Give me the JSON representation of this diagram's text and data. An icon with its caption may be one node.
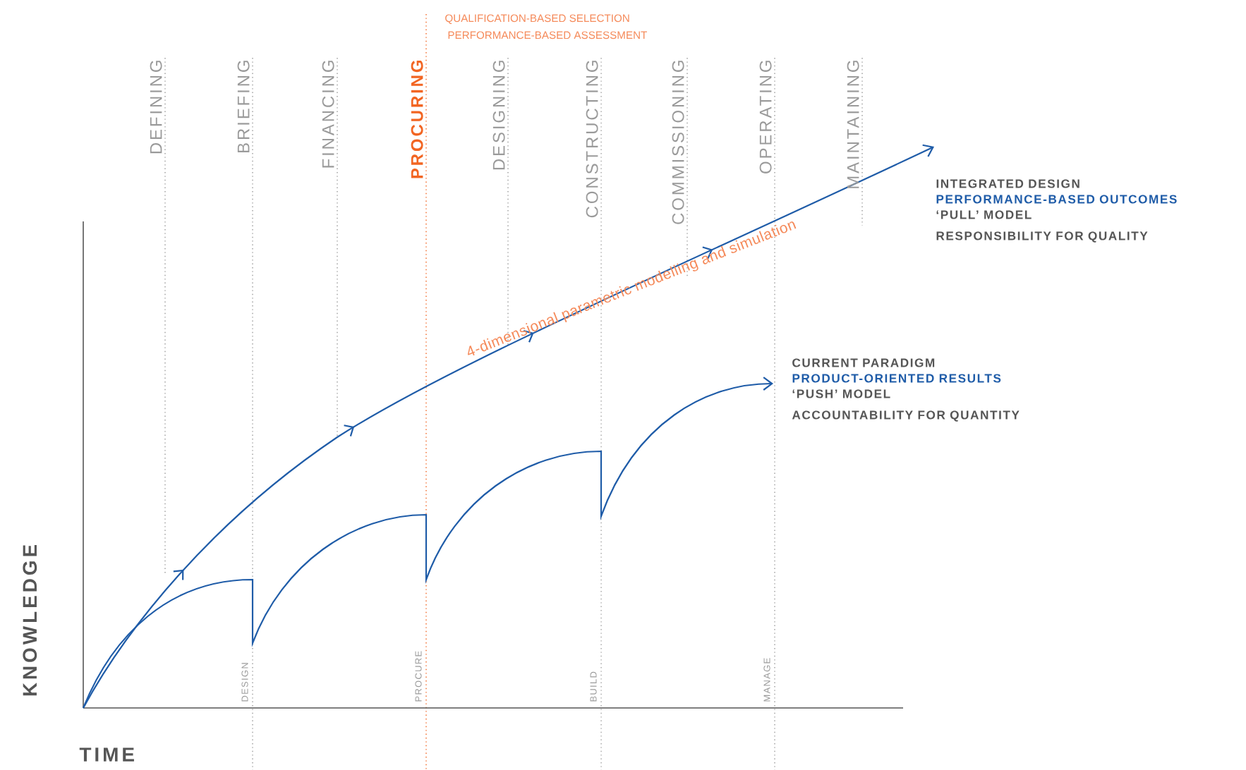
{
  "diagram": {
    "nodes": [
      {
        "text": [
          "INTEGRATED DESIGN",
          "PERFORMANCE-BASED OUTCOMES",
          "‘PULL’ MODEL",
          "RESPONSIBILITY FOR QUALITY"
        ]
      },
      {
        "text": [
          "CURRENT PARADIGM",
          "PRODUCT-ORIENTED RESULTS",
          "‘PUSH’ MODEL",
          "ACCOUNTABILITY FOR QUANTITY"
        ]
      }
    ],
    "edges": [
      {
        "from": null,
        "to": 0,
        "arrow": "to",
        "label": "4-dimensional parametric modelling and simulation"
      },
      {
        "from": null,
        "to": 1,
        "arrow": "to"
      }
    ],
    "labels": [
      "QUALIFICATION-BASED SELECTION",
      "PERFORMANCE-BASED ASSESSMENT",
      "DEFINING",
      "BRIEFING",
      "FINANCING",
      "PROCURING",
      "DESIGNING",
      "CONSTRUCTING",
      "COMMISSIONING",
      "OPERATING",
      "MAINTAINING",
      "DESIGN",
      "PROCURE",
      "BUILD",
      "MANAGE",
      "KNOWLEDGE",
      "TIME"
    ]
  }
}
